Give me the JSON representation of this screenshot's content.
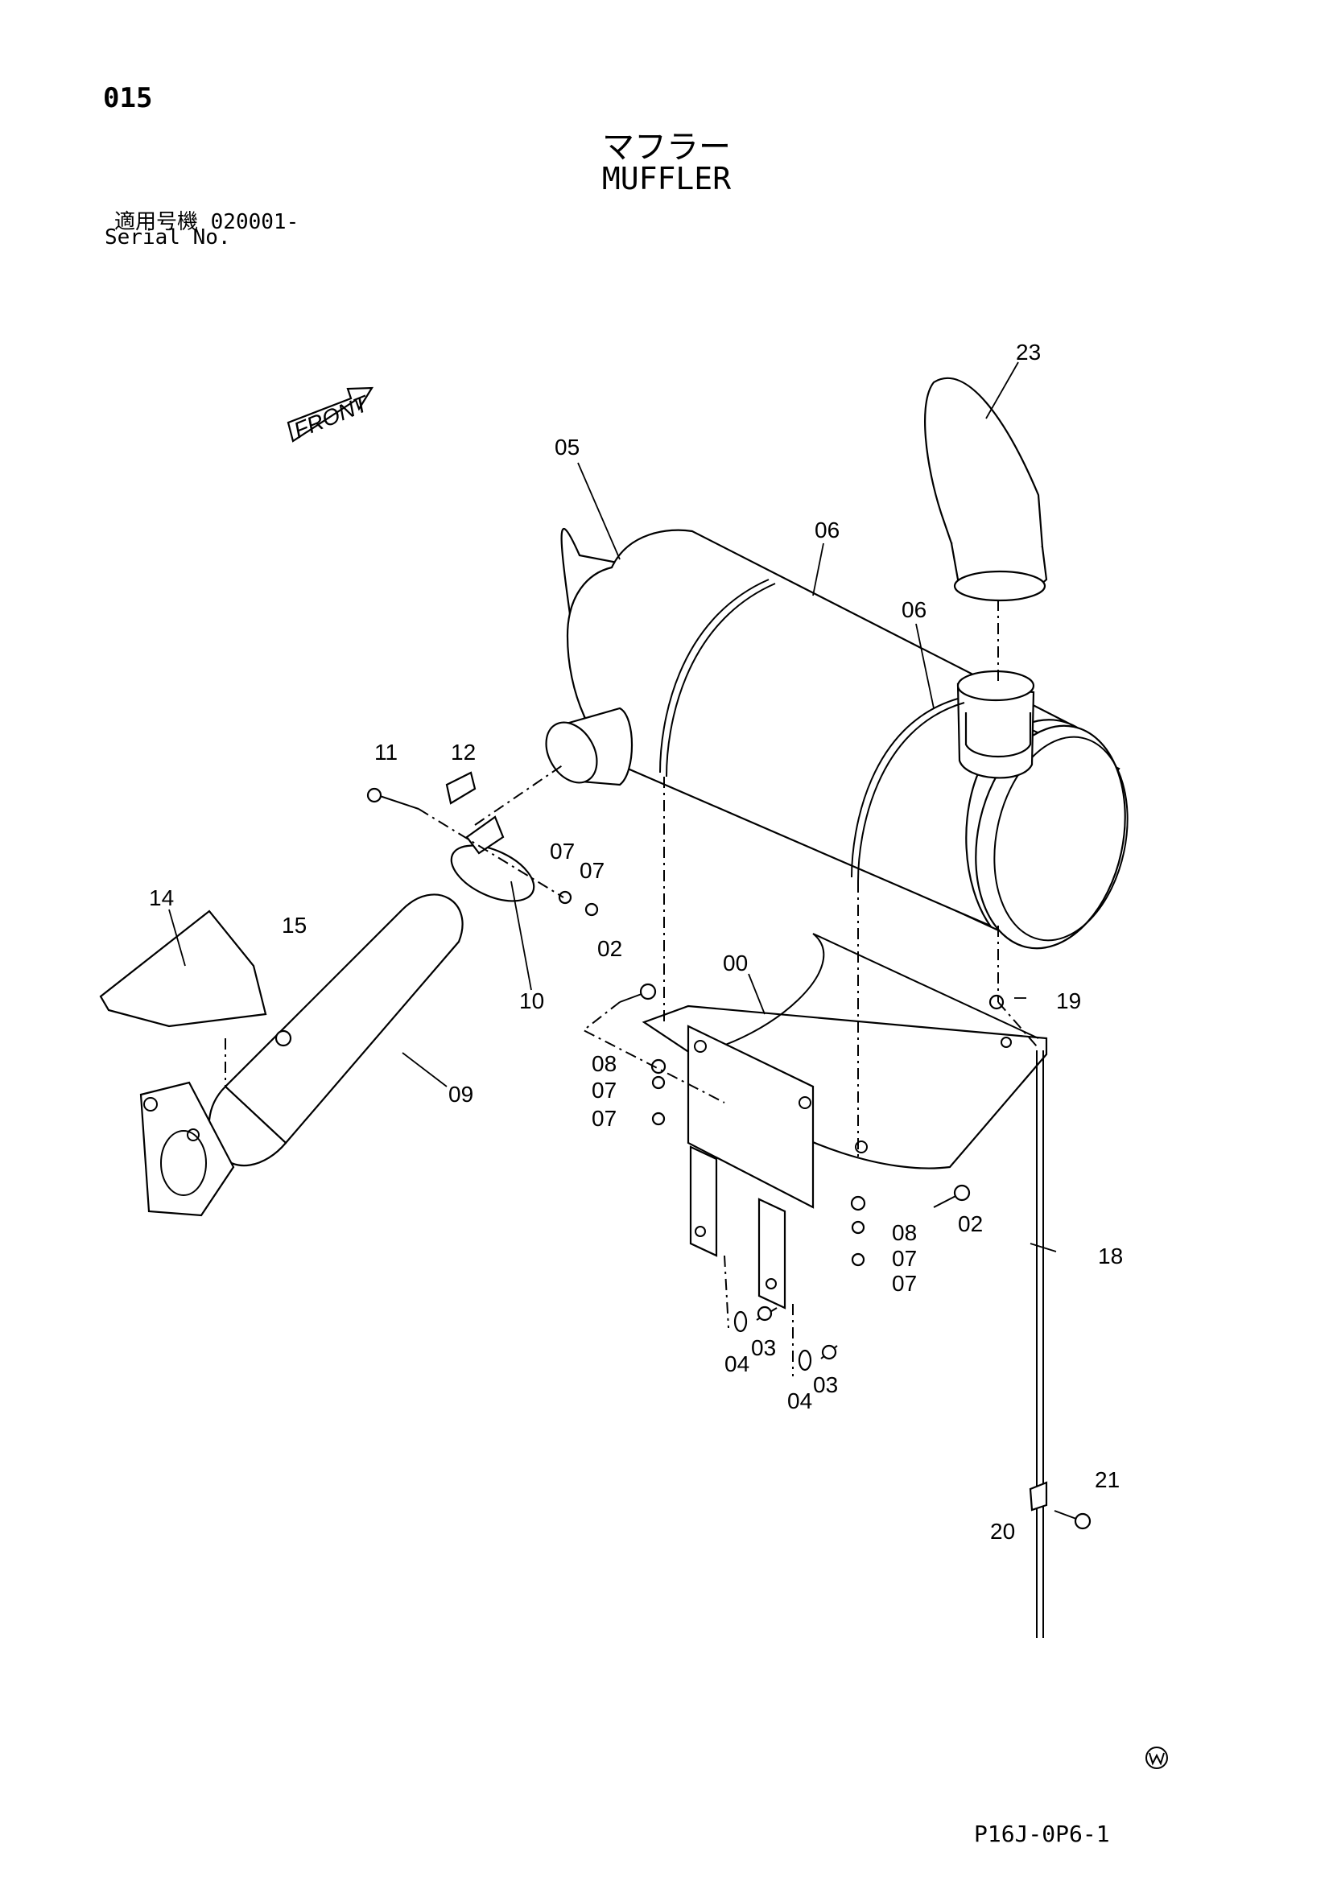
{
  "header": {
    "page_number": "015",
    "title_ja": "マフラー",
    "title_en": "MUFFLER",
    "serial_ja": "適用号機  020001-",
    "serial_en": "Serial No."
  },
  "diagram": {
    "front_label": "FRONT",
    "callouts": [
      "23",
      "05",
      "06",
      "06",
      "11",
      "12",
      "07",
      "07",
      "14",
      "15",
      "02",
      "00",
      "19",
      "10",
      "08",
      "07",
      "07",
      "09",
      "02",
      "08",
      "07",
      "07",
      "18",
      "03",
      "04",
      "03",
      "04",
      "21",
      "20"
    ]
  },
  "footer": {
    "code": "P16J-0P6-1"
  },
  "icons": {
    "watermark": "w-circle-logo-icon"
  }
}
